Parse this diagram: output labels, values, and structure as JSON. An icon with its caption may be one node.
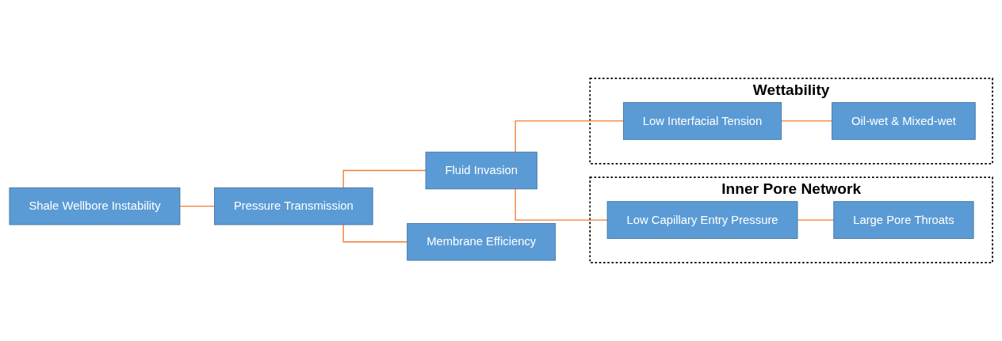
{
  "diagram": {
    "nodes": [
      {
        "text": [
          "Shale Wellbore Instability"
        ]
      },
      {
        "text": [
          "Pressure Transmission"
        ]
      },
      {
        "text": [
          "Fluid Invasion"
        ]
      },
      {
        "text": [
          "Membrane Efficiency"
        ]
      },
      {
        "text": [
          "Inner Pore Network"
        ]
      },
      {
        "text": [
          "Low Capillary Entry Pressure"
        ],
        "in": 4
      },
      {
        "text": [
          "Large Pore Throats"
        ],
        "in": 4
      },
      {
        "text": [
          "Wettability"
        ]
      },
      {
        "text": [
          "Low Interfacial Tension"
        ],
        "in": 7
      },
      {
        "text": [
          "Oil-wet & Mixed-wet"
        ],
        "in": 7
      }
    ],
    "edges": [
      {
        "from": 0,
        "to": 1,
        "arrow": "none"
      },
      {
        "from": 1,
        "to": 2,
        "arrow": "none"
      },
      {
        "from": 1,
        "to": 3,
        "arrow": "none"
      },
      {
        "from": 2,
        "to": 5,
        "arrow": "none"
      },
      {
        "from": 2,
        "to": 8,
        "arrow": "none"
      },
      {
        "from": 5,
        "to": 6,
        "arrow": "none"
      },
      {
        "from": 8,
        "to": 9,
        "arrow": "none"
      }
    ]
  }
}
